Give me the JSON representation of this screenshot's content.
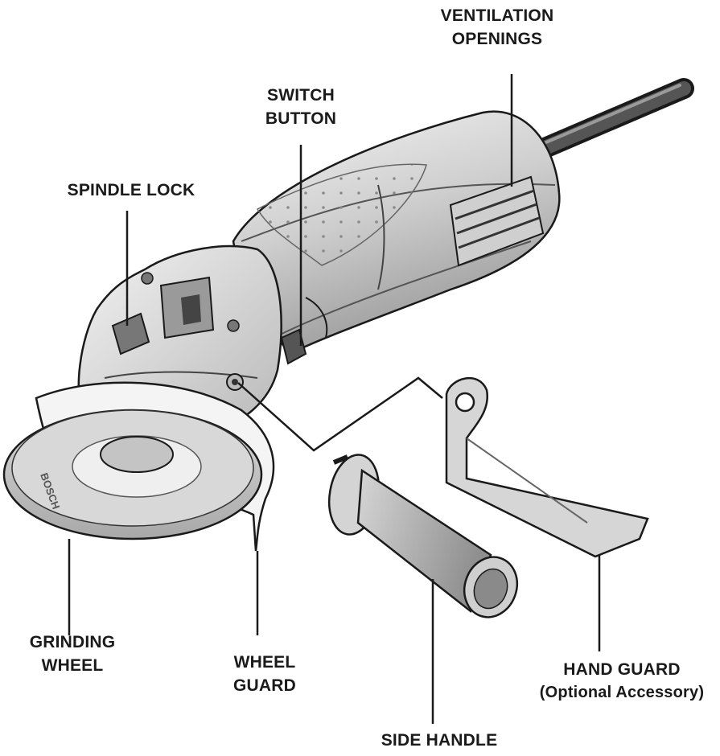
{
  "labels": {
    "ventilation": [
      "VENTILATION",
      "OPENINGS"
    ],
    "switch": [
      "SWITCH",
      "BUTTON"
    ],
    "spindle": [
      "SPINDLE LOCK"
    ],
    "grinding": [
      "GRINDING",
      "WHEEL"
    ],
    "wheel_guard": [
      "WHEEL",
      "GUARD"
    ],
    "hand_guard": [
      "HAND GUARD",
      "(Optional Accessory)"
    ],
    "side_handle": [
      "SIDE HANDLE"
    ]
  },
  "wheel_brand": "BOSCH",
  "colors": {
    "ink": "#1a1a1a",
    "metal_light": "#e8e8e8",
    "metal_mid": "#bfbfbf",
    "metal_dark": "#8a8a8a"
  }
}
